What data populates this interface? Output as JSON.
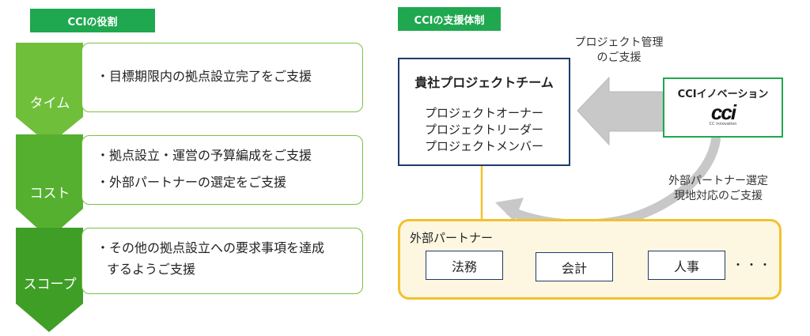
{
  "left": {
    "header": "CCIの役割",
    "rows": [
      {
        "label": "タイム",
        "items": [
          "・目標期限内の拠点設立完了をご支援"
        ]
      },
      {
        "label": "コスト",
        "items": [
          "・拠点設立・運営の予算編成をご支援",
          "・外部パートナーの選定をご支援"
        ]
      },
      {
        "label": "スコープ",
        "items": [
          "・その他の拠点設立への要求事項を達成",
          "するようご支援"
        ]
      }
    ]
  },
  "right": {
    "header": "CCIの支援体制",
    "team": {
      "title": "貴社プロジェクトチーム",
      "members": [
        "プロジェクトオーナー",
        "プロジェクトリーダー",
        "プロジェクトメンバー"
      ]
    },
    "pm_note": [
      "プロジェクト管理",
      "のご支援"
    ],
    "cci": {
      "title": "CCIイノベーション",
      "logo_text": "cci",
      "logo_sub": "CC innovation"
    },
    "partner_note": [
      "外部パートナー選定",
      "現地対応のご支援"
    ],
    "partners": {
      "title": "外部パートナー",
      "items": [
        "法務",
        "会計",
        "人事"
      ],
      "ellipsis": "・・・"
    },
    "colors": {
      "green": "#1fa84f",
      "navy": "#1f3a6b",
      "gold": "#f2c12e",
      "arrow_gray": "#c8c8c8"
    }
  }
}
